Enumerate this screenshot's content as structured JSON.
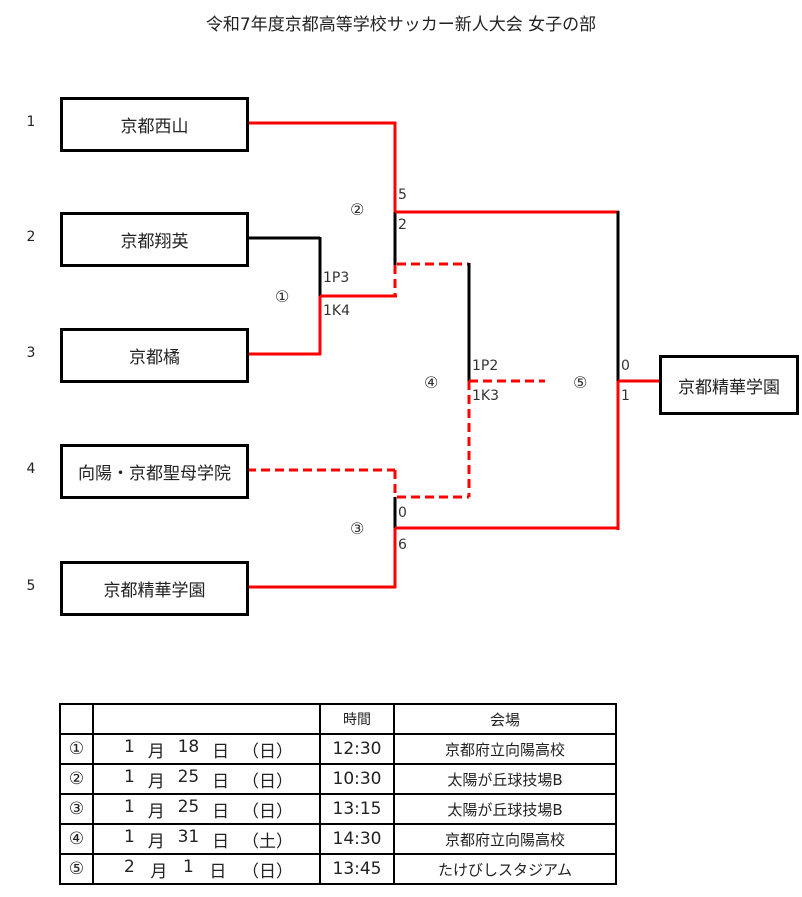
{
  "title": "令和7年度京都高等学校サッカー新人大会 女子の部",
  "teams": [
    {
      "seed": "1",
      "name": "京都西山"
    },
    {
      "seed": "2",
      "name": "京都翔英"
    },
    {
      "seed": "3",
      "name": "京都橘"
    },
    {
      "seed": "4",
      "name": "向陽・京都聖母学院"
    },
    {
      "seed": "5",
      "name": "京都精華学園"
    }
  ],
  "champion": "京都精華学園",
  "matches": [
    {
      "no": "①",
      "top_score": "1P3",
      "bottom_score": "1K4",
      "winner": "bottom"
    },
    {
      "no": "②",
      "top_score": "5",
      "bottom_score": "2",
      "winner": "top"
    },
    {
      "no": "③",
      "top_score": "0",
      "bottom_score": "6",
      "winner": "bottom"
    },
    {
      "no": "④",
      "top_score": "1P2",
      "bottom_score": "1K3",
      "winner": "bottom"
    },
    {
      "no": "⑤",
      "top_score": "0",
      "bottom_score": "1",
      "winner": "bottom"
    }
  ],
  "colors": {
    "winner_line": "#ff0000",
    "loser_line": "#000000"
  },
  "schedule": {
    "headers": [
      "",
      "",
      "時間",
      "会場"
    ],
    "rows": [
      {
        "no": "①",
        "month": "1",
        "month_unit": "月",
        "day": "18",
        "day_unit": "日",
        "weekday": "（日）",
        "time": "12:30",
        "venue": "京都府立向陽高校"
      },
      {
        "no": "②",
        "month": "1",
        "month_unit": "月",
        "day": "25",
        "day_unit": "日",
        "weekday": "（日）",
        "time": "10:30",
        "venue": "太陽が丘球技場B"
      },
      {
        "no": "③",
        "month": "1",
        "month_unit": "月",
        "day": "25",
        "day_unit": "日",
        "weekday": "（日）",
        "time": "13:15",
        "venue": "太陽が丘球技場B"
      },
      {
        "no": "④",
        "month": "1",
        "month_unit": "月",
        "day": "31",
        "day_unit": "日",
        "weekday": "（土）",
        "time": "14:30",
        "venue": "京都府立向陽高校"
      },
      {
        "no": "⑤",
        "month": "2",
        "month_unit": "月",
        "day": "1",
        "day_unit": "日",
        "weekday": "（日）",
        "time": "13:45",
        "venue": "たけびしスタジアム"
      }
    ]
  }
}
